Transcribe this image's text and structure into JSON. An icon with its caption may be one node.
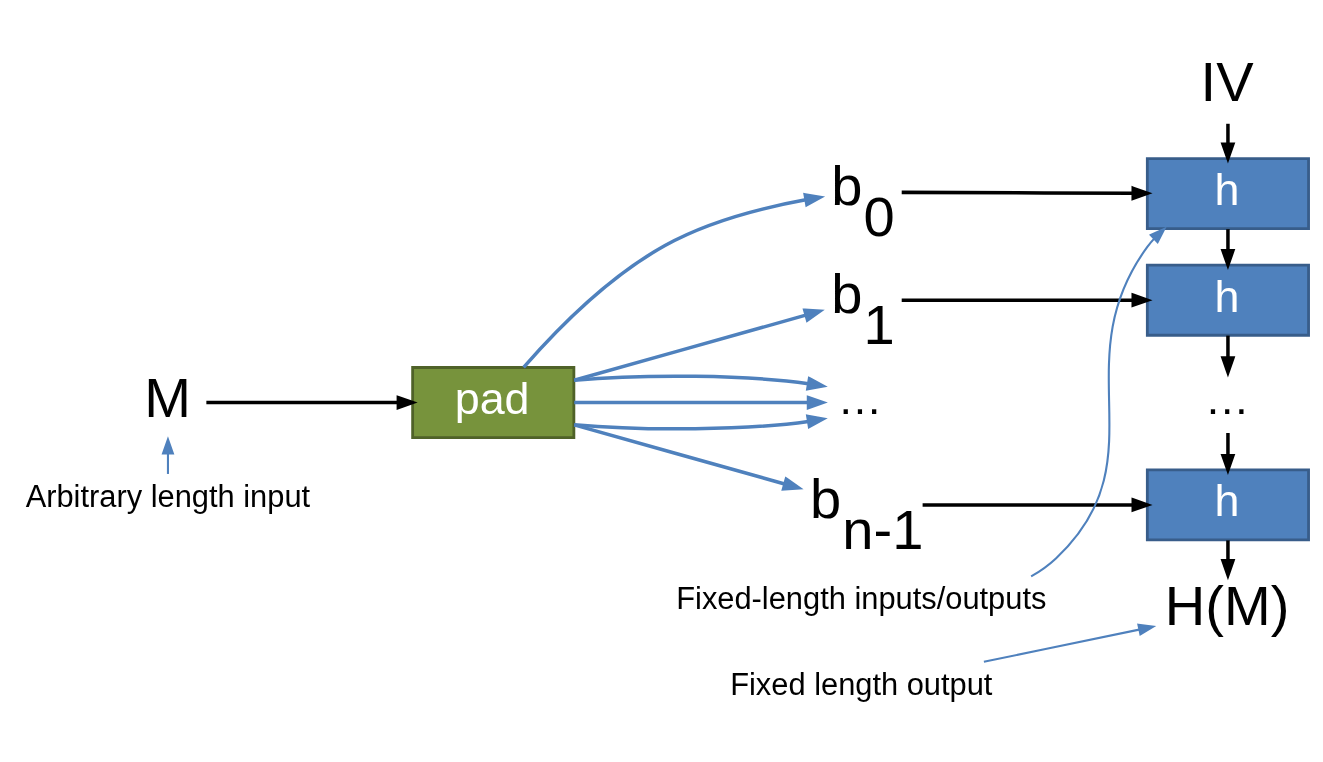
{
  "diagram": {
    "nodes": [
      {
        "text": [
          "M"
        ]
      },
      {
        "text": [
          "pad"
        ]
      },
      {
        "text": [
          "b$_{0}$"
        ]
      },
      {
        "text": [
          "b$_{1}$"
        ]
      },
      {
        "text": [
          "…"
        ]
      },
      {
        "text": [
          "b$_{n-1}$"
        ]
      },
      {
        "text": [
          "IV"
        ]
      },
      {
        "text": [
          "h"
        ]
      },
      {
        "text": [
          "h"
        ]
      },
      {
        "text": [
          "…"
        ]
      },
      {
        "text": [
          "h"
        ]
      },
      {
        "text": [
          "H(M)"
        ]
      },
      {
        "text": [
          "Arbitrary length input"
        ]
      },
      {
        "text": [
          "Fixed-length inputs/outputs"
        ]
      },
      {
        "text": [
          "Fixed length output"
        ]
      }
    ],
    "edges": [
      {
        "from": 0,
        "to": 1,
        "arrow": "to"
      },
      {
        "from": 1,
        "to": 2,
        "arrow": "to",
        "color": "#4f81bd"
      },
      {
        "from": 1,
        "to": 3,
        "arrow": "to",
        "color": "#4f81bd"
      },
      {
        "from": 1,
        "to": 4,
        "arrow": "to",
        "color": "#4f81bd"
      },
      {
        "from": 1,
        "to": 4,
        "arrow": "to",
        "color": "#4f81bd"
      },
      {
        "from": 1,
        "to": 4,
        "arrow": "to",
        "color": "#4f81bd"
      },
      {
        "from": 1,
        "to": 5,
        "arrow": "to",
        "color": "#4f81bd"
      },
      {
        "from": 6,
        "to": 7,
        "arrow": "to"
      },
      {
        "from": 2,
        "to": 7,
        "arrow": "to"
      },
      {
        "from": 7,
        "to": 8,
        "arrow": "to"
      },
      {
        "from": 3,
        "to": 8,
        "arrow": "to"
      },
      {
        "from": 8,
        "to": 9,
        "arrow": "to"
      },
      {
        "from": 9,
        "to": 10,
        "arrow": "to"
      },
      {
        "from": 5,
        "to": 10,
        "arrow": "to"
      },
      {
        "from": 10,
        "to": 11,
        "arrow": "to"
      },
      {
        "from": 12,
        "to": 0,
        "arrow": "to",
        "color": "#4f81bd"
      },
      {
        "from": 13,
        "to": 7,
        "arrow": "to",
        "color": "#4f81bd"
      },
      {
        "from": 14,
        "to": 11,
        "arrow": "to",
        "color": "#4f81bd"
      }
    ]
  }
}
